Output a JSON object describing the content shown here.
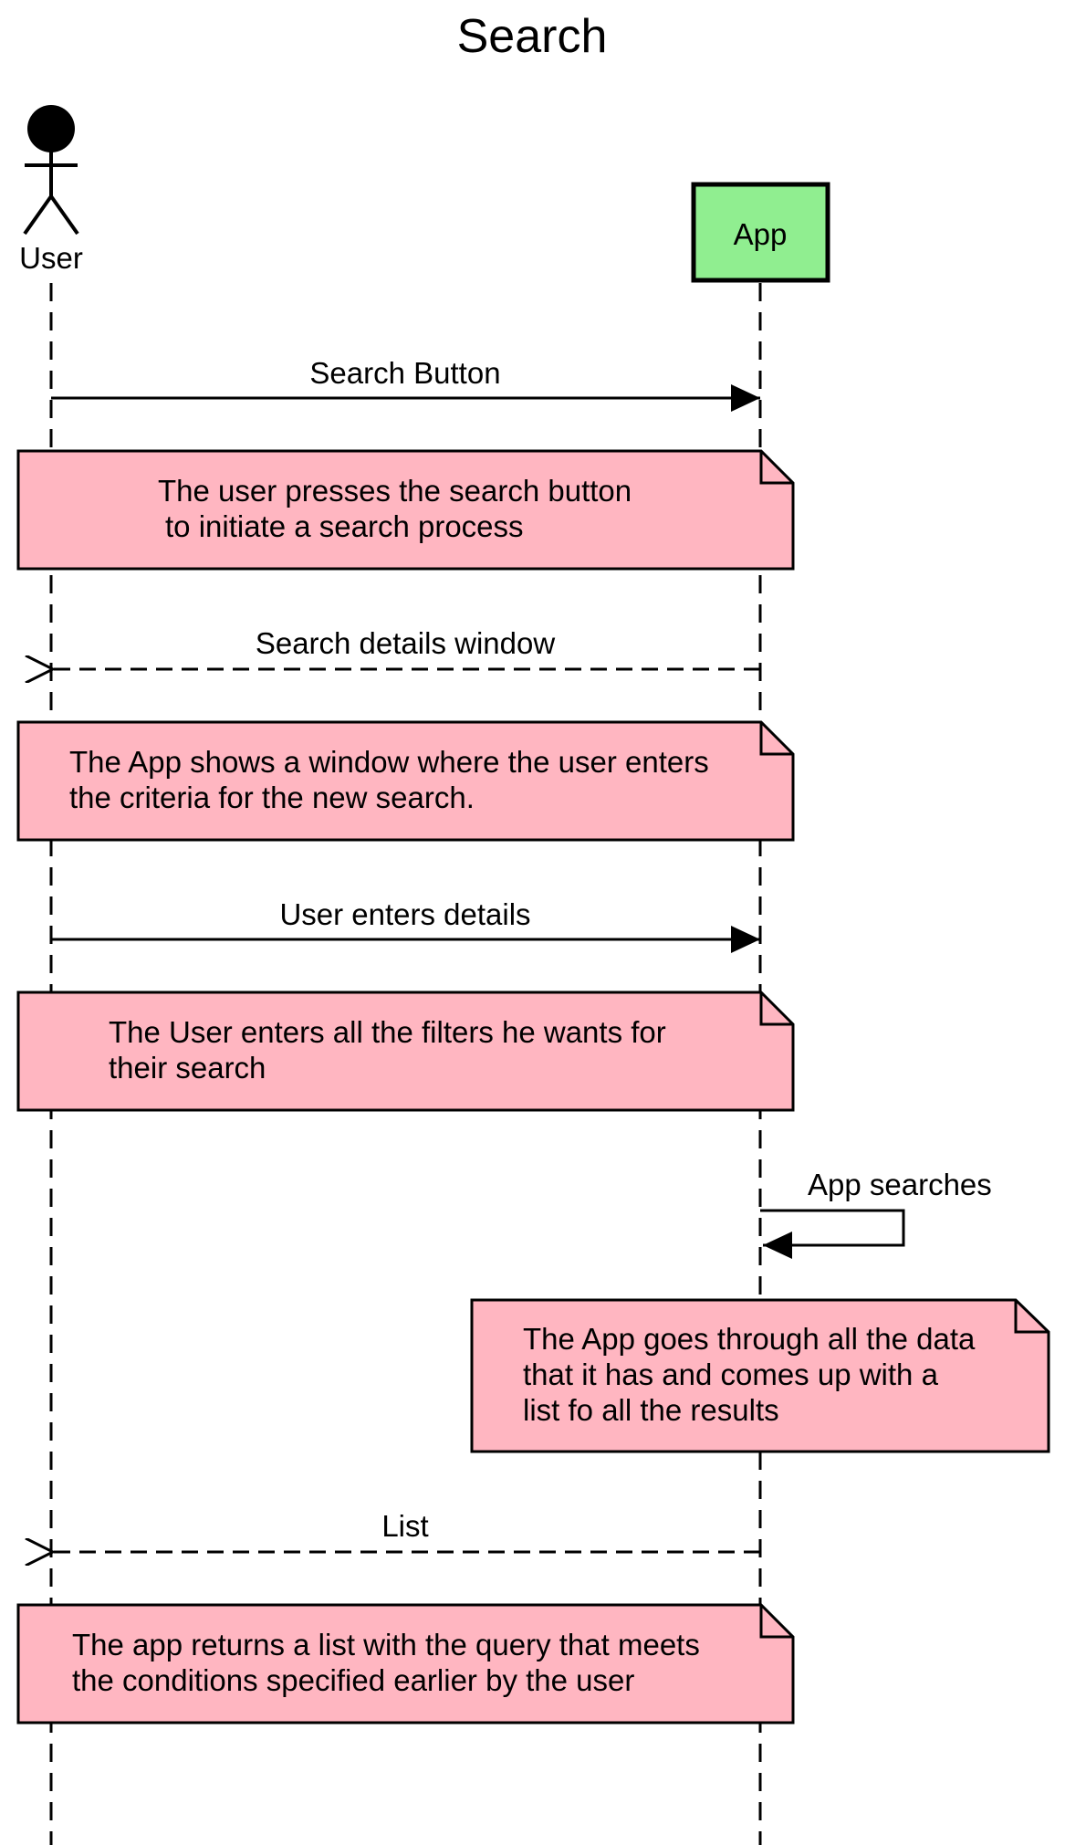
{
  "colors": {
    "participant_fill": "#90EE90",
    "note_fill": "#FFB6C1",
    "line": "#000000"
  },
  "diagram": {
    "title": "Search",
    "actor": {
      "label": "User",
      "icon": "stick-figure-icon"
    },
    "participant": {
      "label": "App"
    },
    "messages": [
      {
        "label": "Search Button",
        "from": "User",
        "to": "App",
        "style": "solid"
      },
      {
        "label": "Search details window",
        "from": "App",
        "to": "User",
        "style": "dashed"
      },
      {
        "label": "User enters details",
        "from": "User",
        "to": "App",
        "style": "solid"
      },
      {
        "label": "App searches",
        "from": "App",
        "to": "App",
        "style": "solid"
      },
      {
        "label": "List",
        "from": "App",
        "to": "User",
        "style": "dashed"
      }
    ],
    "notes": [
      {
        "lines": [
          "The user presses the search button",
          "to initiate a search process"
        ]
      },
      {
        "lines": [
          "The App shows a window where the user enters",
          "the criteria for the new search."
        ]
      },
      {
        "lines": [
          "The User enters all the filters he wants for",
          "their search"
        ]
      },
      {
        "lines": [
          "The App goes through all the data",
          "that it has and comes up with a",
          "list fo all the results"
        ]
      },
      {
        "lines": [
          "The app returns a list with the query that meets",
          "the conditions specified earlier by the user"
        ]
      }
    ]
  }
}
